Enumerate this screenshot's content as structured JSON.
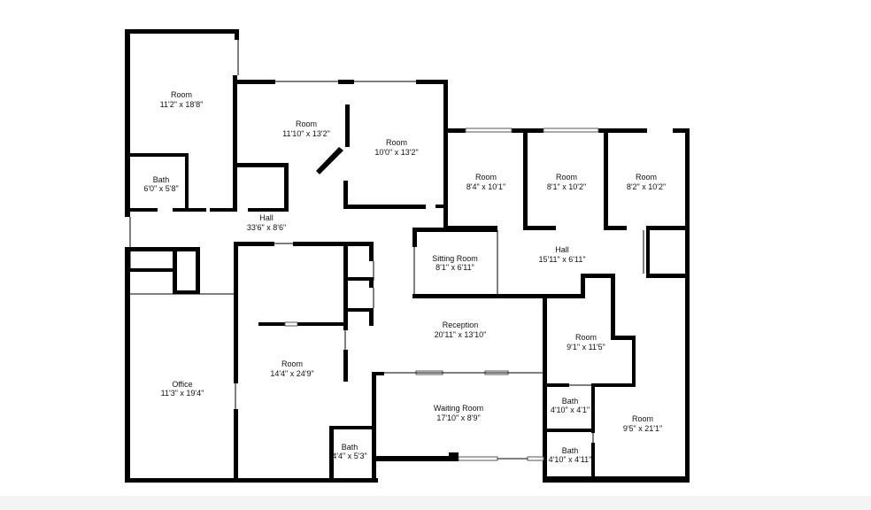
{
  "floor_plan": {
    "rooms": [
      {
        "id": "room_nw",
        "name": "Room",
        "dims": "11'2\" x 18'8\""
      },
      {
        "id": "bath_nw",
        "name": "Bath",
        "dims": "6'0\" x 5'8\""
      },
      {
        "id": "room_n1",
        "name": "Room",
        "dims": "11'10\" x 13'2\""
      },
      {
        "id": "room_n2",
        "name": "Room",
        "dims": "10'0\" x 13'2\""
      },
      {
        "id": "room_e1",
        "name": "Room",
        "dims": "8'4\" x 10'1\""
      },
      {
        "id": "room_e2",
        "name": "Room",
        "dims": "8'1\" x 10'2\""
      },
      {
        "id": "room_e3",
        "name": "Room",
        "dims": "8'2\" x 10'2\""
      },
      {
        "id": "hall_w",
        "name": "Hall",
        "dims": "33'6\" x 8'6\""
      },
      {
        "id": "sitting",
        "name": "Sitting Room",
        "dims": "8'1\" x 6'11\""
      },
      {
        "id": "hall_e",
        "name": "Hall",
        "dims": "15'11\" x 6'11\""
      },
      {
        "id": "reception",
        "name": "Reception",
        "dims": "20'11\" x 13'10\""
      },
      {
        "id": "room_mid",
        "name": "Room",
        "dims": "9'1\" x 11'5\""
      },
      {
        "id": "office",
        "name": "Office",
        "dims": "11'3\" x 19'4\""
      },
      {
        "id": "room_big",
        "name": "Room",
        "dims": "14'4\" x 24'9\""
      },
      {
        "id": "waiting",
        "name": "Waiting Room",
        "dims": "17'10\" x 8'9\""
      },
      {
        "id": "bath_e1",
        "name": "Bath",
        "dims": "4'10\" x 4'1\""
      },
      {
        "id": "bath_e2",
        "name": "Bath",
        "dims": "4'10\" x 4'11\""
      },
      {
        "id": "bath_s",
        "name": "Bath",
        "dims": "4'4\" x 5'3\""
      },
      {
        "id": "room_se",
        "name": "Room",
        "dims": "9'5\" x 21'1\""
      }
    ]
  },
  "colors": {
    "wall": "#000000",
    "background": "#ffffff"
  }
}
